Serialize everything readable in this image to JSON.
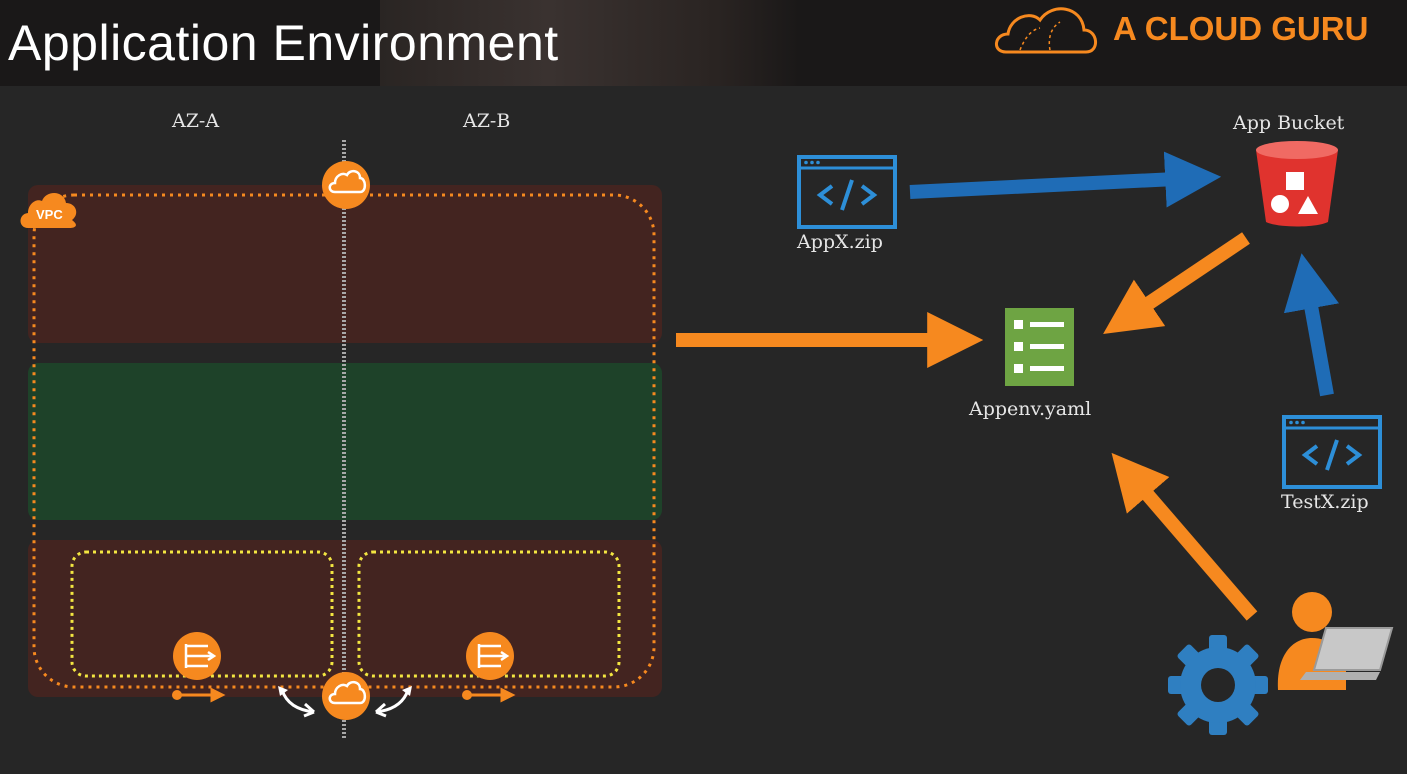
{
  "header": {
    "title": "Application Environment",
    "brand": "A CLOUD GURU"
  },
  "diagram": {
    "az_a": "AZ-A",
    "az_b": "AZ-B",
    "vpc": "VPC",
    "app_bucket": "App Bucket",
    "appx": "AppX.zip",
    "appenv": "Appenv.yaml",
    "testx": "TestX.zip"
  },
  "colors": {
    "accent_orange": "#f6891f",
    "blue_arrow": "#1f6cb6",
    "public_subnet": "#5a2a1e",
    "app_subnet": "#1e4a2c",
    "bucket_red": "#e0332e",
    "template_green": "#6ea443"
  },
  "icons": [
    "cloud-logo-icon",
    "vpc-cloud-icon",
    "internet-gateway-icon",
    "nat-gateway-icon",
    "code-file-icon",
    "s3-bucket-icon",
    "template-list-icon",
    "gear-icon",
    "user-laptop-icon"
  ]
}
